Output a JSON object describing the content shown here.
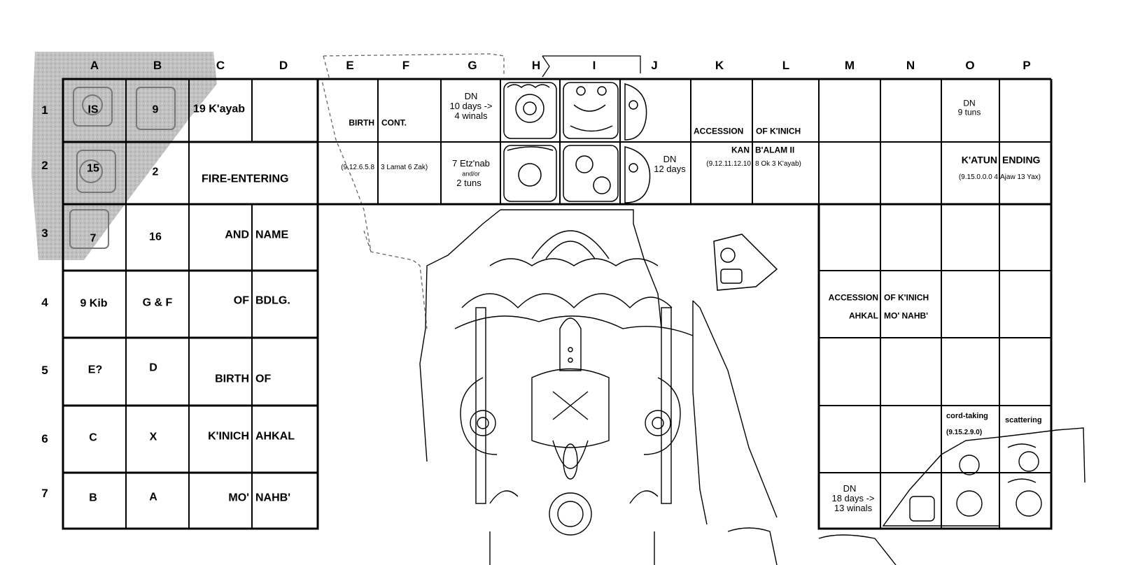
{
  "columns": [
    "A",
    "B",
    "C",
    "D",
    "E",
    "F",
    "G",
    "H",
    "I",
    "J",
    "K",
    "L",
    "M",
    "N",
    "O",
    "P"
  ],
  "rows": [
    "1",
    "2",
    "3",
    "4",
    "5",
    "6",
    "7"
  ],
  "cells": {
    "a1": "IS",
    "b1": "9",
    "c1": "19 K'ayab",
    "a2": "15",
    "b2": "2",
    "c2": "FIRE-ENTERING",
    "a3": "7",
    "b3": "16",
    "c3": "AND",
    "d3": "NAME",
    "a4": "9 Kib",
    "b4": "G & F",
    "c4": "OF",
    "d4": "BDLG.",
    "a5": "E?",
    "b5": "D",
    "c5": "BIRTH",
    "d5": "OF",
    "a6": "C",
    "b6": "X",
    "c6": "K'INICH",
    "d6": "AHKAL",
    "a7": "B",
    "b7": "A",
    "c7": "MO'",
    "d7": "NAHB'",
    "e1": "BIRTH",
    "f1": "CONT.",
    "e2": "(9.12.6.5.8",
    "f2": "3 Lamat 6 Zak)",
    "g1_line1": "DN",
    "g1_line2": "10 days ->",
    "g1_line3": "4 winals",
    "g2_line1": "7 Etz'nab",
    "g2_line2": "and/or",
    "g2_line3": "2 tuns",
    "j2_line1": "DN",
    "j2_line2": "12 days",
    "k1": "ACCESSION",
    "l1": "OF  K'INICH",
    "k2": "KAN",
    "l2": "B'ALAM II",
    "k2_date": "(9.12.11.12.10",
    "l2_date": "8 Ok 3 K'ayab)",
    "o1_line1": "DN",
    "o1_line2": "9 tuns",
    "o2": "K'ATUN",
    "p2": "ENDING",
    "o2_date": "(9.15.0.0.0  4",
    "p2_date": "Ajaw 13 Yax)",
    "m4": "ACCESSION",
    "n4": "OF  K'INICH",
    "m4b": "AHKAL",
    "n4b": "MO' NAHB'",
    "o6": "cord-taking",
    "o6_date": "(9.15.2.9.0)",
    "p6": "scattering",
    "m7_line1": "DN",
    "m7_line2": "18 days ->",
    "m7_line3": "13 winals"
  }
}
